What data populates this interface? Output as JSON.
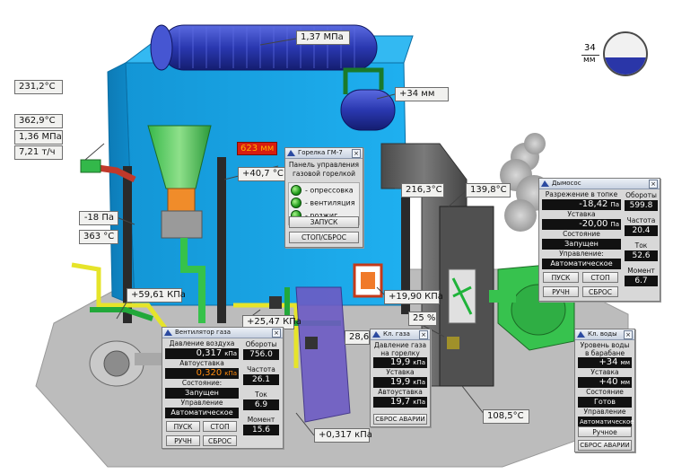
{
  "callouts": {
    "drum_pressure": "1,37 МПа",
    "drum_level": "+34 мм",
    "steam_temp": "231,2°С",
    "water_temp": "362,9°С",
    "water_pressure": "1,36 МПа",
    "steam_flow": "7,21 т/ч",
    "furnace_temp_red": "623 мм",
    "furnace_top_temp": "+40,7 °С",
    "flue_temp_1": "216,3°С",
    "flue_temp_2": "139,8°С",
    "furnace_vacuum": "-18 Па",
    "air_temp": "363 °С",
    "air_pressure": "+59,61 КПа",
    "gas_pressure_mid": "+25,47 КПа",
    "gas_pressure_right": "+19,90 КПа",
    "gas_pressure_small": "28,6",
    "valve_percent": "25 %",
    "gas_pressure_bottom": "+0,317 кПа",
    "exhaust_temp": "108,5°С"
  },
  "gauge": {
    "value": "34",
    "unit": "мм",
    "fill_fraction": 0.42
  },
  "burner_panel": {
    "title": "Горелка ГМ-7",
    "heading": "Панель управления газовой горелкой",
    "leds": [
      "- опрессовка",
      "- вентиляция",
      "- розжиг"
    ],
    "start_button": "ЗАПУСК",
    "stop_button": "СТОП/СБРОС"
  },
  "smoke_panel": {
    "title": "Дымосос",
    "vacuum_label": "Разрежение в топке",
    "vacuum_value": "-18,42",
    "vacuum_unit": "Па",
    "setpoint_label": "Уставка",
    "setpoint_value": "-20,00",
    "setpoint_unit": "Па",
    "state_label": "Состояние",
    "state_value": "Запущен",
    "control_label": "Управление:",
    "control_value": "Автоматическое",
    "start_button": "ПУСК",
    "stop_button": "СТОП",
    "manual_button": "РУЧН",
    "reset_button": "СБРОС",
    "speed_label": "Обороты",
    "speed_value": "599.8",
    "freq_label": "Частота",
    "freq_value": "20.4",
    "current_label": "Ток",
    "current_value": "52.6",
    "torque_label": "Момент",
    "torque_value": "6.7"
  },
  "fan_panel": {
    "title": "Вентилятор газа",
    "pressure_label": "Давление воздуха",
    "pressure_value": "0,317",
    "pressure_unit": "кПа",
    "setpoint_label": "Автоуставка",
    "setpoint_value": "0,320",
    "setpoint_unit": "кПа",
    "state_label": "Состояние:",
    "state_value": "Запущен",
    "control_label": "Управление",
    "control_value": "Автоматическое",
    "start_button": "ПУСК",
    "stop_button": "СТОП",
    "manual_button": "РУЧН",
    "reset_button": "СБРОС",
    "speed_label": "Обороты",
    "speed_value": "756.0",
    "freq_label": "Частота",
    "freq_value": "26.1",
    "current_label": "Ток",
    "current_value": "6.9",
    "torque_label": "Момент",
    "torque_value": "15.6"
  },
  "gas_valve_panel": {
    "title": "Кл. газа",
    "pressure_label": "Давление газа на горелку",
    "pressure_value": "19,9",
    "pressure_unit": "кПа",
    "setpoint_label": "Уставка",
    "setpoint_value": "19,9",
    "setpoint_unit": "кПа",
    "autoset_label": "Автоуставка",
    "autoset_value": "19,7",
    "autoset_unit": "кПа",
    "reset_button": "СБРОС АВАРИИ"
  },
  "water_valve_panel": {
    "title": "Кл. воды",
    "level_label": "Уровень воды в барабане",
    "level_value": "+34",
    "level_unit": "мм",
    "setpoint_label": "Уставка",
    "setpoint_value": "+40",
    "setpoint_unit": "мм",
    "state_label": "Состояние",
    "state_value": "Готов",
    "control_label": "Управление",
    "control_value": "Автоматическое",
    "manual_button": "Ручное",
    "reset_button": "СБРОС АВАРИИ"
  },
  "colors": {
    "boiler_body": "#19a5e6",
    "drum": "#2d3fb8",
    "pipe_green": "#1fb33a",
    "pipe_yellow": "#e9e82a",
    "flue_duct": "#585858",
    "floor": "#b9b9b9",
    "gas_purple": "#6d5bc4"
  }
}
